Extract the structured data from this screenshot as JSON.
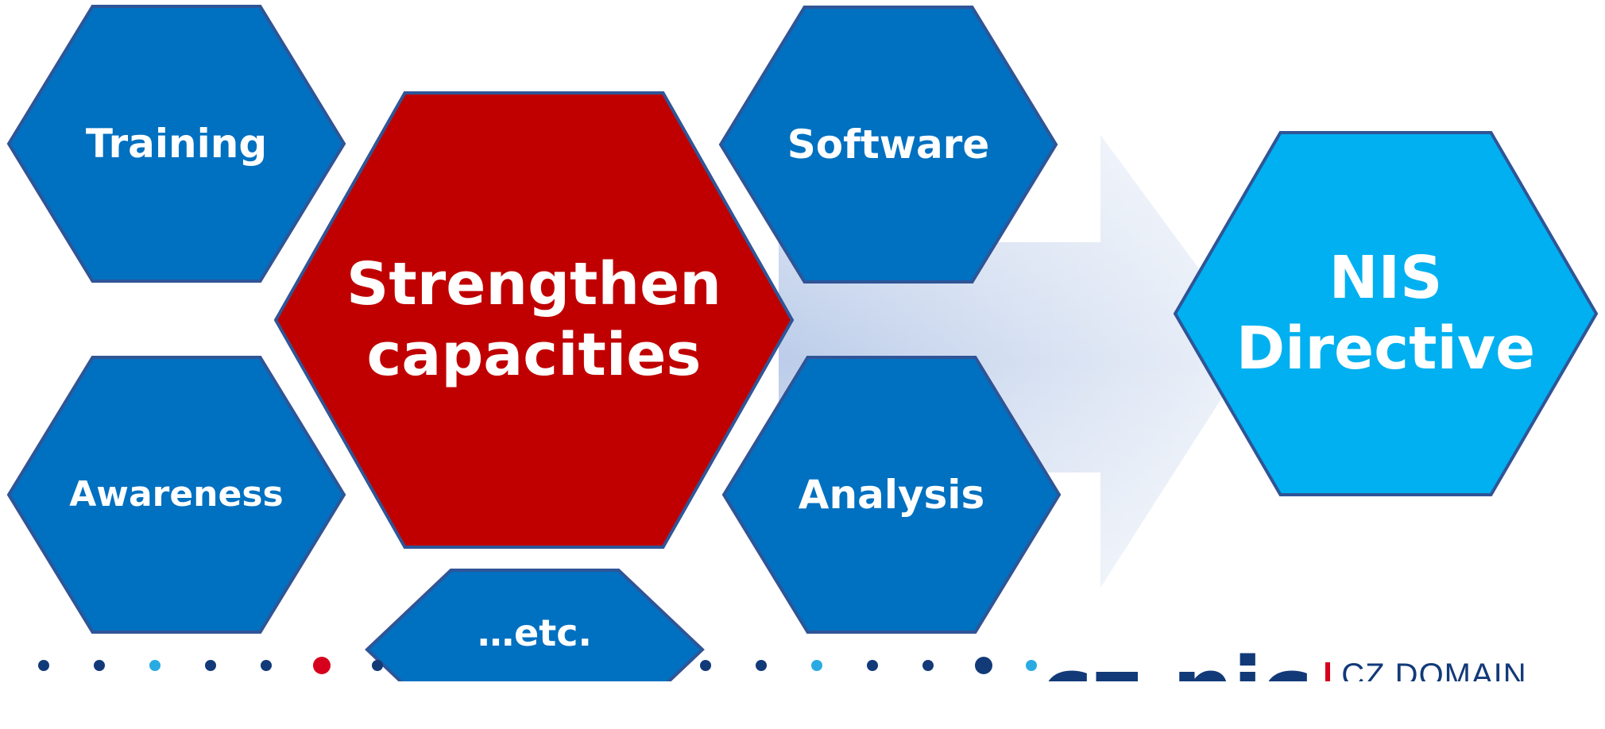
{
  "colors": {
    "blue": "#0070c0",
    "red": "#c00000",
    "cyan": "#00b0f0",
    "outline": "#2f5597",
    "arrow": "#b4c7e7",
    "logo": "#123a78",
    "logo_accent": "#d6001c"
  },
  "diagram": {
    "hexagons": [
      {
        "id": "training",
        "label": "Training",
        "color": "blue"
      },
      {
        "id": "awareness",
        "label": "Awareness",
        "color": "blue"
      },
      {
        "id": "strengthen",
        "label": "Strengthen capacities",
        "color": "red"
      },
      {
        "id": "etc",
        "label": "…etc.",
        "color": "blue"
      },
      {
        "id": "software",
        "label": "Software",
        "color": "blue"
      },
      {
        "id": "analysis",
        "label": "Analysis",
        "color": "blue"
      },
      {
        "id": "nis",
        "label": "NIS Directive",
        "color": "cyan"
      }
    ],
    "arrow": {
      "from": "strengthen",
      "to": "nis"
    }
  },
  "footer": {
    "logo_mark": "cz.nic",
    "logo_text": "CZ DOMAIN",
    "dots": [
      "#123a78",
      "#123a78",
      "#29abe2",
      "#123a78",
      "#123a78",
      "#d6001c",
      "#123a78",
      "#123a78",
      "#123a78",
      "#29abe2",
      "#123a78",
      "#123a78",
      "#123a78",
      "#29abe2",
      "#123a78",
      "#d9dde8"
    ]
  }
}
